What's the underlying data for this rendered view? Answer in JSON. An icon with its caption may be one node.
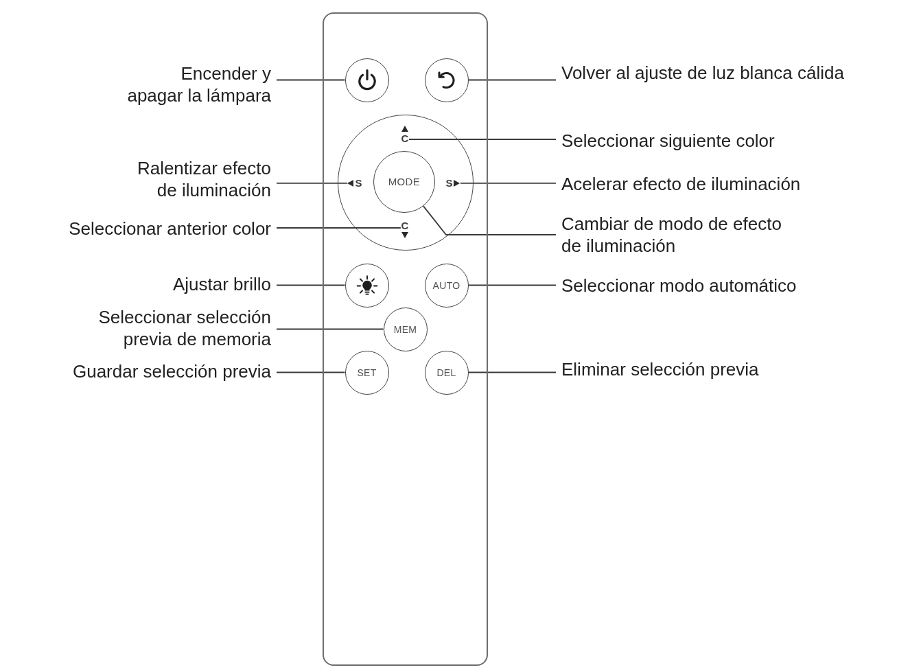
{
  "diagram": {
    "nodes": [
      {
        "text": [],
        "shape": "box"
      },
      {
        "text": [],
        "shape": "circle",
        "in": 0
      },
      {
        "text": [],
        "shape": "circle",
        "in": 0
      },
      {
        "text": [],
        "shape": "circle",
        "in": 0
      },
      {
        "text": [
          "C"
        ],
        "in": 3
      },
      {
        "text": [
          "S"
        ],
        "in": 3
      },
      {
        "text": [
          "MODE"
        ],
        "in": 3
      },
      {
        "text": [
          "S"
        ],
        "in": 3
      },
      {
        "text": [
          "C"
        ],
        "in": 3
      },
      {
        "text": [],
        "shape": "circle",
        "in": 0
      },
      {
        "text": [
          "AUTO"
        ],
        "in": 0
      },
      {
        "text": [
          "MEM"
        ],
        "in": 0
      },
      {
        "text": [
          "SET"
        ],
        "in": 0
      },
      {
        "text": [
          "DEL"
        ],
        "in": 0
      },
      {
        "text": [
          "Encender y apagar la lámpara"
        ]
      },
      {
        "text": [
          "Volver al ajuste de luz blanca cálida"
        ]
      },
      {
        "text": [
          "Seleccionar siguiente color"
        ]
      },
      {
        "text": [
          "Ralentizar efecto de iluminación"
        ]
      },
      {
        "text": [
          "Acelerar efecto de iluminación"
        ]
      },
      {
        "text": [
          "Seleccionar anterior color"
        ]
      },
      {
        "text": [
          "Cambiar de modo de efecto de iluminación"
        ]
      },
      {
        "text": [
          "Ajustar brillo"
        ]
      },
      {
        "text": [
          "Seleccionar modo automático"
        ]
      },
      {
        "text": [
          "Seleccionar selección previa de memoria"
        ]
      },
      {
        "text": [
          "Guardar selección previa"
        ]
      },
      {
        "text": [
          "Eliminar selección previa"
        ]
      }
    ],
    "edges": [
      {
        "from": 14,
        "to": 1,
        "arrow": "none"
      },
      {
        "from": 15,
        "to": 2,
        "arrow": "none"
      },
      {
        "from": 16,
        "to": 4,
        "arrow": "none"
      },
      {
        "from": 17,
        "to": 5,
        "arrow": "none"
      },
      {
        "from": 18,
        "to": 7,
        "arrow": "none"
      },
      {
        "from": 19,
        "to": 8,
        "arrow": "none"
      },
      {
        "from": 20,
        "to": 6,
        "arrow": "none"
      },
      {
        "from": 21,
        "to": 9,
        "arrow": "none"
      },
      {
        "from": 22,
        "to": 10,
        "arrow": "none"
      },
      {
        "from": 23,
        "to": 11,
        "arrow": "none"
      },
      {
        "from": 24,
        "to": 12,
        "arrow": "none"
      },
      {
        "from": 25,
        "to": 13,
        "arrow": "none"
      }
    ]
  }
}
